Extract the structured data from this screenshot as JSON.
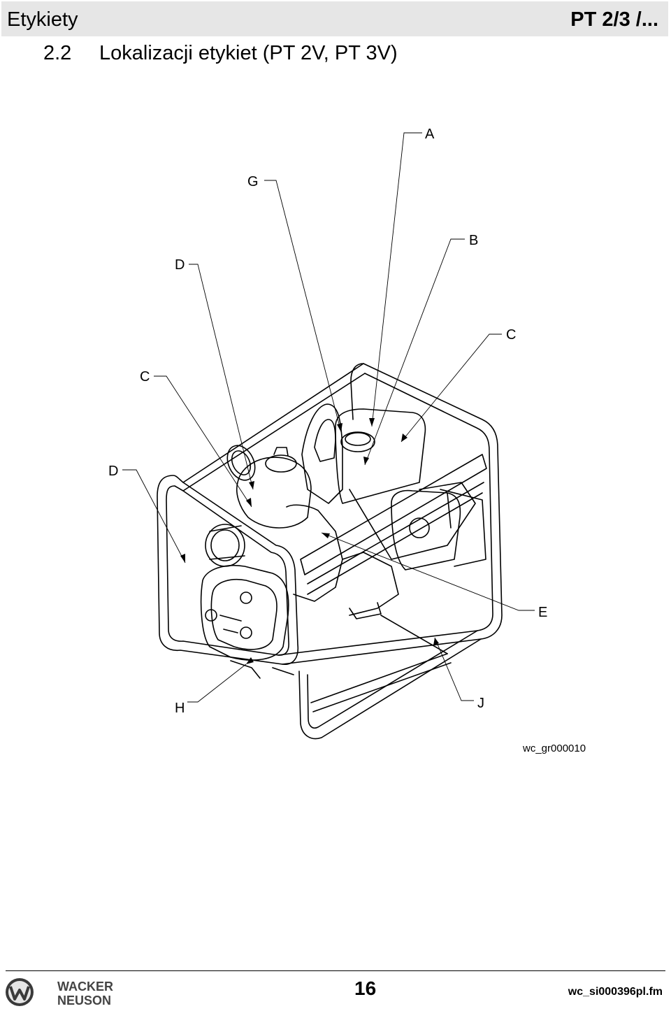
{
  "header": {
    "title": "Etykiety",
    "model": "PT 2/3 /..."
  },
  "section": {
    "number": "2.2",
    "title": "Lokalizacji etykiet (PT 2V, PT 3V)"
  },
  "figure": {
    "callouts": {
      "A": "A",
      "G": "G",
      "B": "B",
      "D_top": "D",
      "C_right": "C",
      "C_left": "C",
      "D_left": "D",
      "E": "E",
      "H": "H",
      "J": "J"
    },
    "figure_id": "wc_gr000010"
  },
  "footer": {
    "logo_line1": "WACKER",
    "logo_line2": "NEUSON",
    "page_number": "16",
    "filename": "wc_si000396pl.fm"
  }
}
